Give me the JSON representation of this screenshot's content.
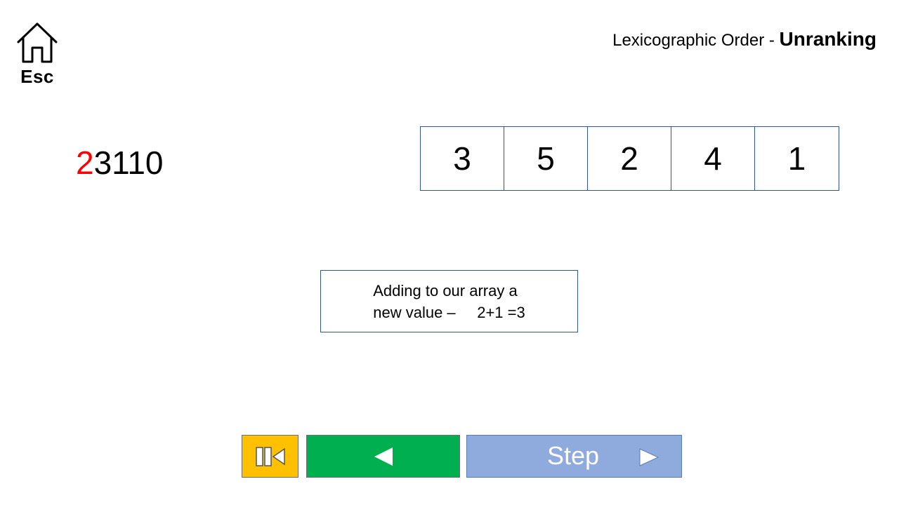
{
  "home": {
    "label": "Esc",
    "icon": "home-icon"
  },
  "title": {
    "prefix": "Lexicographic Order - ",
    "emphasis": "Unranking"
  },
  "sequence": {
    "highlight": "2",
    "rest": "3110",
    "highlight_color": "#ff0000"
  },
  "array": [
    "3",
    "5",
    "2",
    "4",
    "1"
  ],
  "message": "Adding to our array a\nnew value –     2+1 =3",
  "controls": {
    "reset_icon": "skip-to-start-icon",
    "back_icon": "triangle-left-icon",
    "step_label": "Step",
    "step_icon": "triangle-right-icon",
    "colors": {
      "reset": "#ffc000",
      "back": "#00b050",
      "step": "#8faadc"
    }
  }
}
